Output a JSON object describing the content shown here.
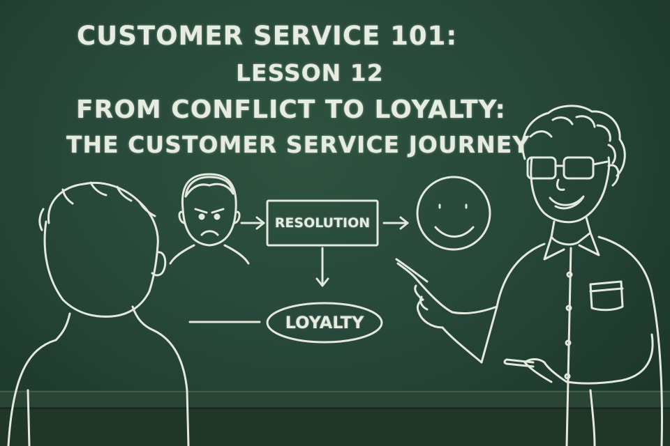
{
  "board": {
    "title_line_1": "CUSTOMER SERVICE 101:",
    "title_line_2": "LESSON 12",
    "title_line_3": "FROM CONFLICT TO LOYALTY:",
    "title_line_4": "THE CUSTOMER SERVICE JOURNEY"
  },
  "diagram": {
    "resolution_label": "RESOLUTION",
    "loyalty_label": "LOYALTY"
  },
  "colors": {
    "chalkboard": "#27473a",
    "chalk": "#e6ecdf"
  },
  "icons": {
    "angry_customer": "angry-face-icon",
    "happy_customer": "smiley-face-icon"
  }
}
